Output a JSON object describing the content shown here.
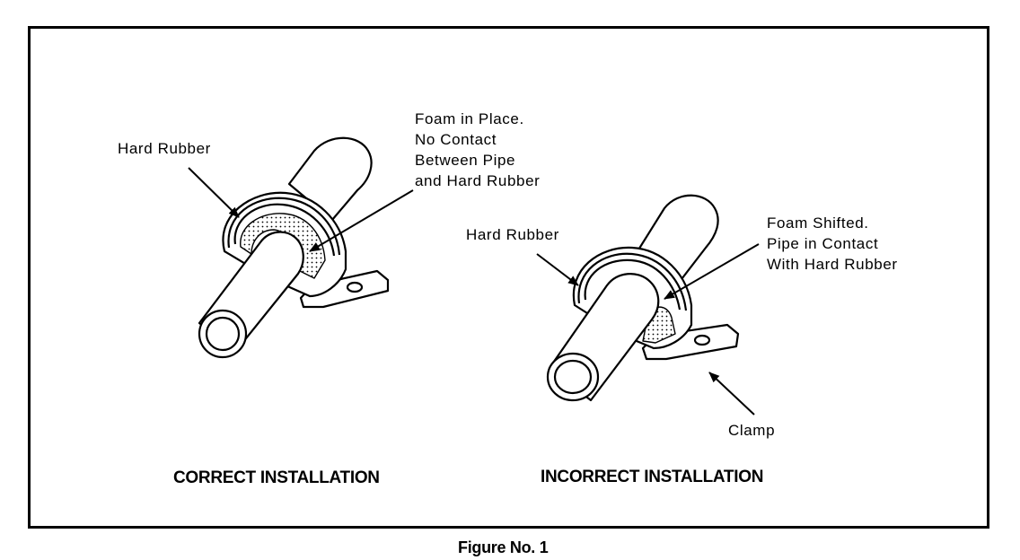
{
  "labels": {
    "correct_hard_rubber": "Hard Rubber",
    "correct_foam": "Foam in Place.\nNo Contact\nBetween Pipe\nand Hard Rubber",
    "incorrect_hard_rubber": "Hard Rubber",
    "incorrect_foam": "Foam Shifted.\nPipe in Contact\nWith Hard Rubber",
    "clamp": "Clamp"
  },
  "captions": {
    "correct": "CORRECT INSTALLATION",
    "incorrect": "INCORRECT INSTALLATION",
    "figure": "Figure No. 1"
  }
}
